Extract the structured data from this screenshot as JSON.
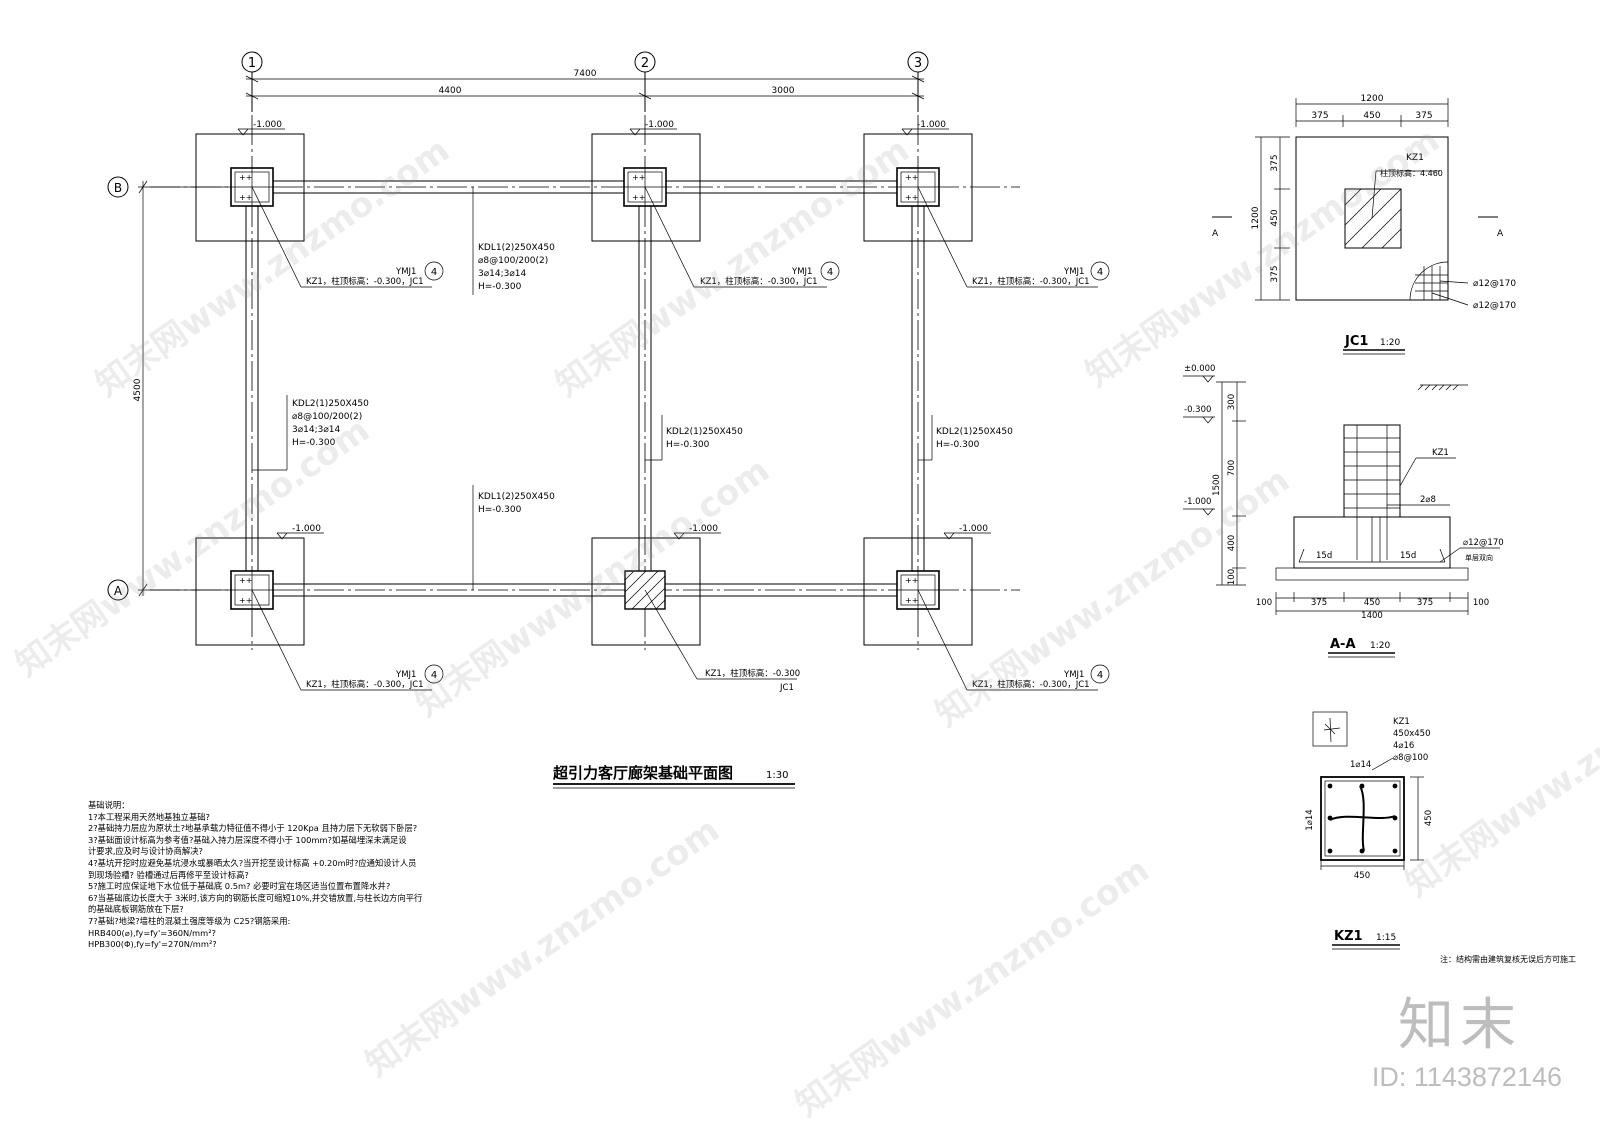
{
  "plan": {
    "axes": {
      "col1": "1",
      "col2": "2",
      "col3": "3",
      "rowA": "A",
      "rowB": "B"
    },
    "dims": {
      "total": "7400",
      "bay1": "4400",
      "bay2": "3000",
      "depth": "4500"
    },
    "elev_tag": "-1.000",
    "ymj": "YMJ1",
    "ymj_num": "4",
    "col_note": "KZ1，柱顶标高：-0.300，JC1",
    "kz1_mid_a": "KZ1，柱顶标高：-0.300",
    "kz1_mid_b": "JC1",
    "kdl1_top": [
      "KDL1(2)250X450",
      "⌀8@100/200(2)",
      "3⌀14;3⌀14",
      "H=-0.300"
    ],
    "kdl2_left": [
      "KDL2(1)250X450",
      "⌀8@100/200(2)",
      "3⌀14;3⌀14",
      "H=-0.300"
    ],
    "kdl2_mid": [
      "KDL2(1)250X450",
      "H=-0.300"
    ],
    "kdl2_right": [
      "KDL2(1)250X450",
      "H=-0.300"
    ],
    "kdl1_bot": [
      "KDL1(2)250X450",
      "H=-0.300"
    ],
    "title": "超引力客厅廊架基础平面图",
    "scale": "1:30"
  },
  "jc1": {
    "dim_total": "1200",
    "dims_top": [
      "375",
      "450",
      "375"
    ],
    "dims_left": [
      "375",
      "450",
      "375"
    ],
    "dim_left_total": "1200",
    "kz1": "KZ1",
    "top_elev": "柱顶标高：4.460",
    "rebar1": "⌀12@170",
    "rebar2": "⌀12@170",
    "sec": "A",
    "title": "JC1",
    "scale": "1:20"
  },
  "aa": {
    "elevs": [
      "±0.000",
      "-0.300",
      "-1.000"
    ],
    "vdims": [
      "300",
      "700",
      "1500",
      "400",
      "100"
    ],
    "kz1": "KZ1",
    "bar": "2⌀8",
    "rebar": "⌀12@170",
    "rebar_note": "单层双向",
    "lap": "15d",
    "hdims": [
      "100",
      "375",
      "450",
      "375",
      "100"
    ],
    "total": "1400",
    "title": "A-A",
    "scale": "1:20"
  },
  "kz1": {
    "lines": [
      "KZ1",
      "450x450",
      "4⌀16",
      "⌀8@100"
    ],
    "bar_top": "1⌀14",
    "bar_side": "1⌀14",
    "dim_w": "450",
    "dim_h": "450",
    "title": "KZ1",
    "scale": "1:15",
    "note": "注：结构需由建筑复核无误后方可施工"
  },
  "notes": {
    "heading": "基础说明：",
    "lines": [
      "1?本工程采用天然地基独立基础?",
      "2?基础持力层应为原状土?地基承载力特征值不得小于 120Kpa 且持力层下无软弱下卧层?",
      "3?基础面设计标高为参考值?基础入持力层深度不得小于 100mm?如基础埋深未满足设",
      "   计要求,应及时与设计协商解决?",
      "4?基坑开挖时应避免基坑浸水或暴晒太久?当开挖至设计标高 +0.20m时?应通知设计人员",
      "   到现场验槽? 验槽通过后再修平至设计标高?",
      "5?施工时应保证地下水位低于基础底 0.5m? 必要时宜在场区适当位置布置降水井?",
      "6?当基础底边长度大于 3米时,该方向的钢筋长度可缩短10%,并交错放置,与柱长边方向平行",
      "   的基础底板钢筋放在下层?",
      "7?基础?地梁?墙柱的混凝土强度等级为 C25?钢筋采用:",
      "   HRB400(⌀),fy=fy'=360N/mm²?",
      "   HPB300(Φ),fy=fy'=270N/mm²?"
    ]
  },
  "watermark": {
    "site": "知末网www.znzmo.com",
    "logo": "知末",
    "id": "ID: 1143872146"
  }
}
